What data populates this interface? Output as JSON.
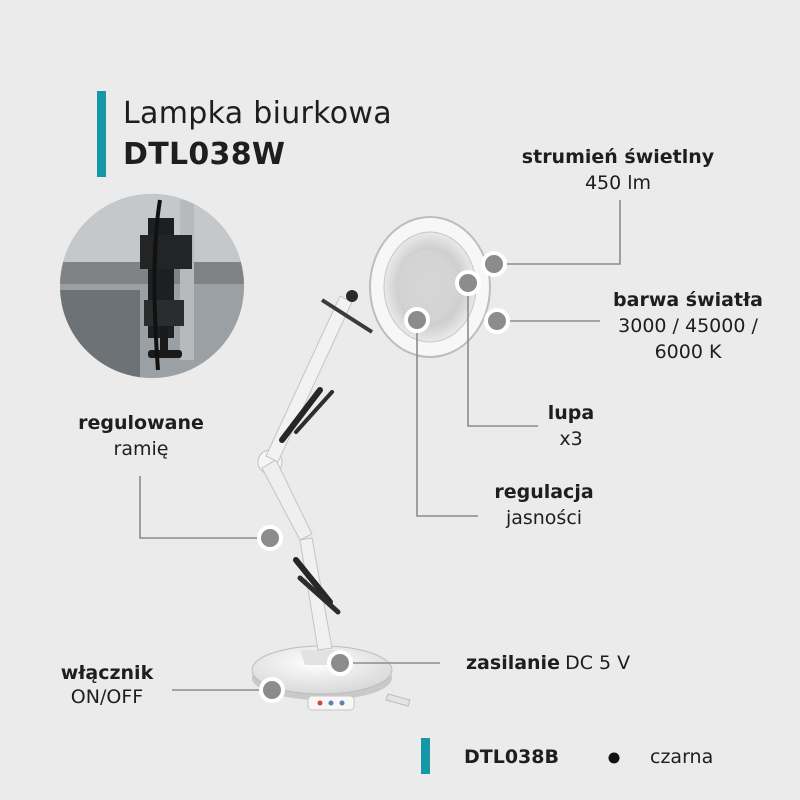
{
  "header": {
    "line1": "Lampka biurkowa",
    "line2": "DTL038W"
  },
  "features": {
    "luminous_flux": {
      "label": "strumień świetlny",
      "value": "450 lm"
    },
    "color_temp": {
      "label": "barwa światła",
      "value_line1": "3000 / 45000 /",
      "value_line2": "6000 K"
    },
    "magnifier": {
      "label": "lupa",
      "value": "x3"
    },
    "brightness": {
      "label": "regulacja",
      "value": "jasności"
    },
    "arm": {
      "label": "regulowane",
      "value": "ramię"
    },
    "power": {
      "label": "zasilanie",
      "value": "DC 5 V"
    },
    "switch": {
      "label": "włącznik",
      "value": "ON/OFF"
    }
  },
  "variant": {
    "code": "DTL038B",
    "color_name": "czarna"
  },
  "colors": {
    "accent": "#1597a8",
    "background": "#ebebeb",
    "text": "#1e1e1e",
    "lamp": "#f4f4f4",
    "marker": "#8c8c8c"
  }
}
